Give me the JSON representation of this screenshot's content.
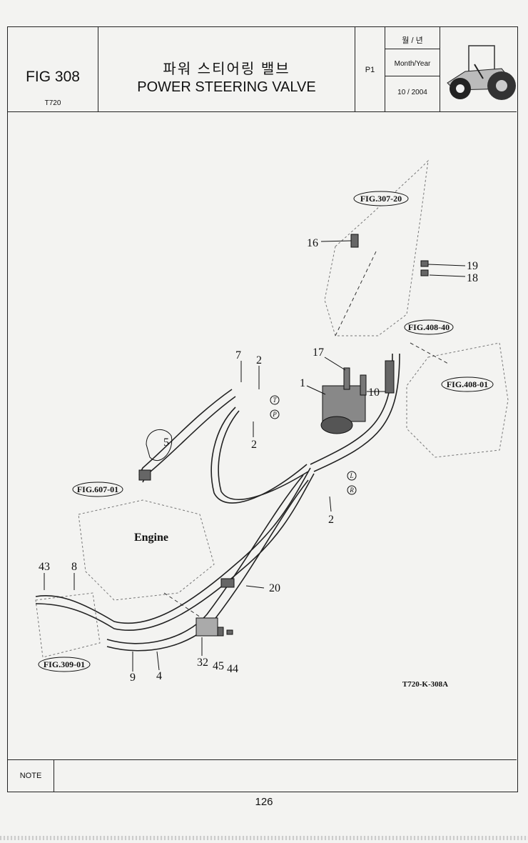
{
  "header": {
    "fig_number": "FIG 308",
    "model": "T720",
    "title_korean": "파워 스티어링 밸브",
    "title_english": "POWER STEERING VALVE",
    "page_label": "P1",
    "date_label_korean": "월 / 년",
    "date_label": "Month/Year",
    "date_value": "10 / 2004",
    "tractor_icon": "tractor-icon"
  },
  "drawing": {
    "drawing_code": "T720-K-308A",
    "engine_label": "Engine",
    "fig_refs": [
      "FIG.307-20",
      "FIG.408-40",
      "FIG.408-01",
      "FIG.607-01",
      "FIG.309-01"
    ],
    "callouts": [
      "16",
      "19",
      "18",
      "17",
      "7",
      "2",
      "1",
      "10",
      "5",
      "2",
      "2",
      "43",
      "8",
      "20",
      "32",
      "45",
      "44",
      "9",
      "4"
    ],
    "port_labels": [
      "T",
      "P",
      "L",
      "R"
    ]
  },
  "footer": {
    "note_label": "NOTE",
    "note_text": ""
  },
  "page_number": "126"
}
